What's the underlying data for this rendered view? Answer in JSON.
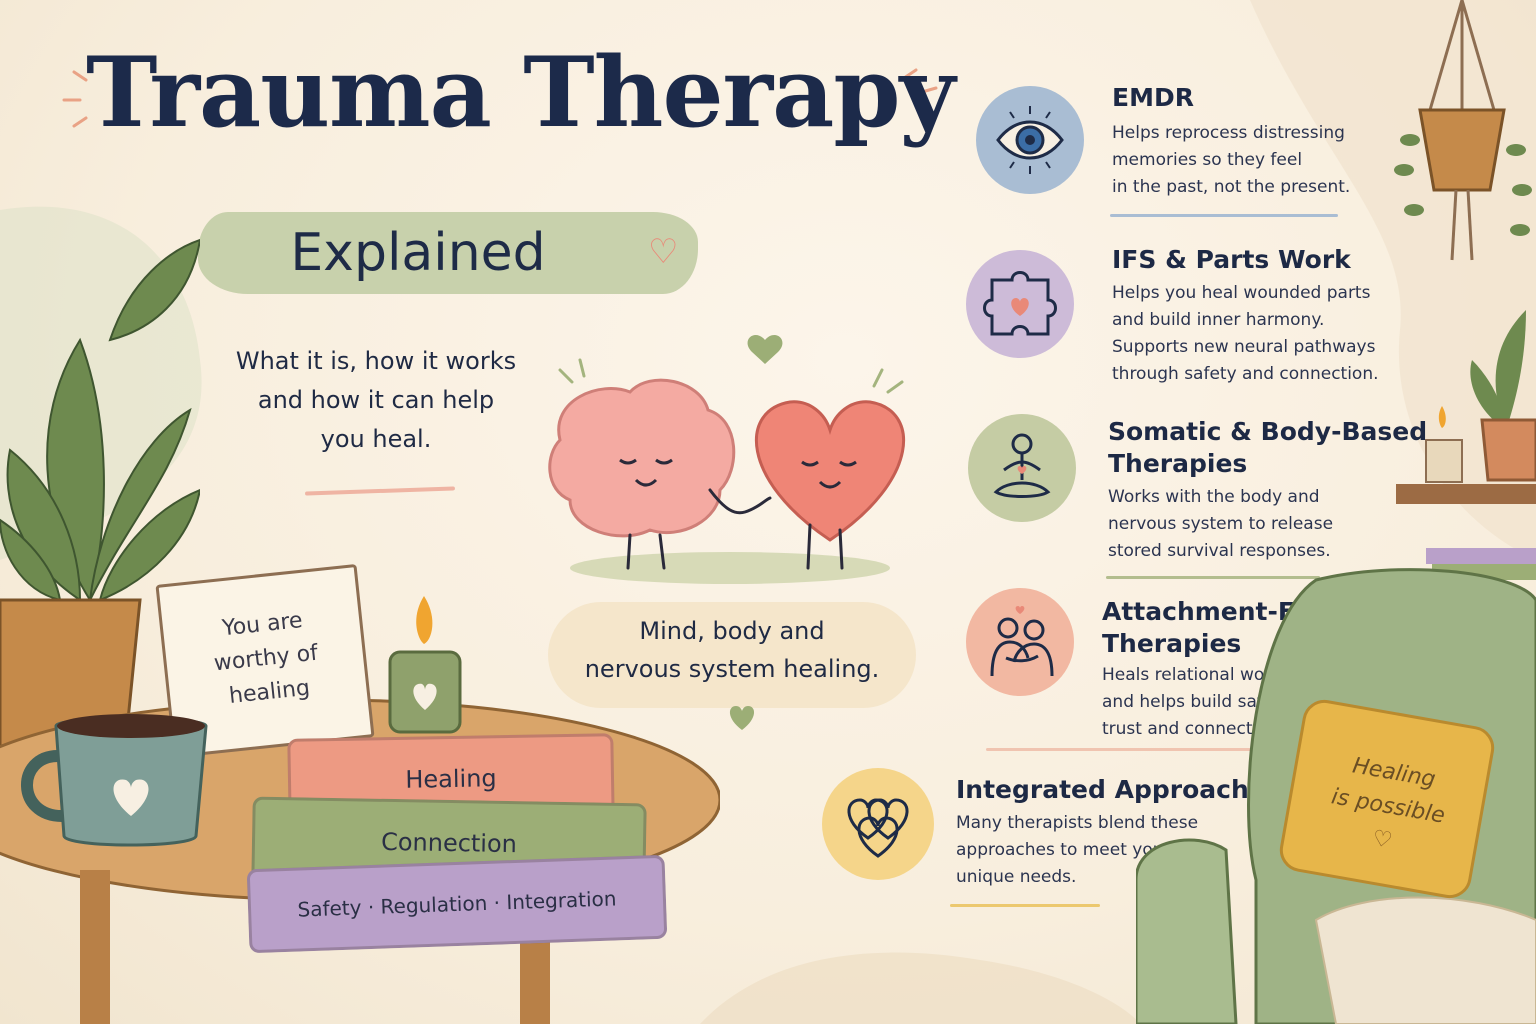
{
  "header": {
    "title": "Trauma Therapy",
    "subtitle": "Explained",
    "tagline": [
      "What it is, how it works",
      "and how it can help",
      "you heal."
    ]
  },
  "center": {
    "bubble": [
      "Mind, body and",
      "nervous system healing."
    ]
  },
  "note": [
    "You are",
    "worthy of",
    "healing"
  ],
  "books": [
    "Healing",
    "Connection",
    "Safety · Regulation · Integration"
  ],
  "pillow": [
    "Healing",
    "is possible"
  ],
  "therapies": [
    {
      "title": "EMDR",
      "icon": "eye-icon",
      "color": "#a9bdd3",
      "desc": [
        "Helps reprocess distressing",
        "memories so they feel",
        "in the past, not the present."
      ]
    },
    {
      "title": "IFS & Parts Work",
      "icon": "puzzle-heart-icon",
      "color": "#cdbbd8",
      "desc": [
        "Helps you heal wounded parts",
        "and build inner harmony.",
        "Supports new neural pathways",
        "through safety and connection."
      ]
    },
    {
      "title": [
        "Somatic & Body-Based",
        "Therapies"
      ],
      "icon": "meditation-icon",
      "color": "#c5cca4",
      "desc": [
        "Works with the body and",
        "nervous system to release",
        "stored survival responses."
      ]
    },
    {
      "title": [
        "Attachment-Focused",
        "Therapies"
      ],
      "icon": "embrace-icon",
      "color": "#f2b8a2",
      "desc": [
        "Heals relational wounds",
        "and helps build safety,",
        "trust and connection."
      ]
    },
    {
      "title": "Integrated Approaches",
      "icon": "interlocking-hearts-icon",
      "color": "#f5d58a",
      "desc": [
        "Many therapists blend these",
        "approaches to meet your",
        "unique needs."
      ]
    }
  ],
  "colors": {
    "ink": "#1c2a4a",
    "sage": "#c5cfa9",
    "coral": "#e98978",
    "cream": "#f8efe0"
  }
}
